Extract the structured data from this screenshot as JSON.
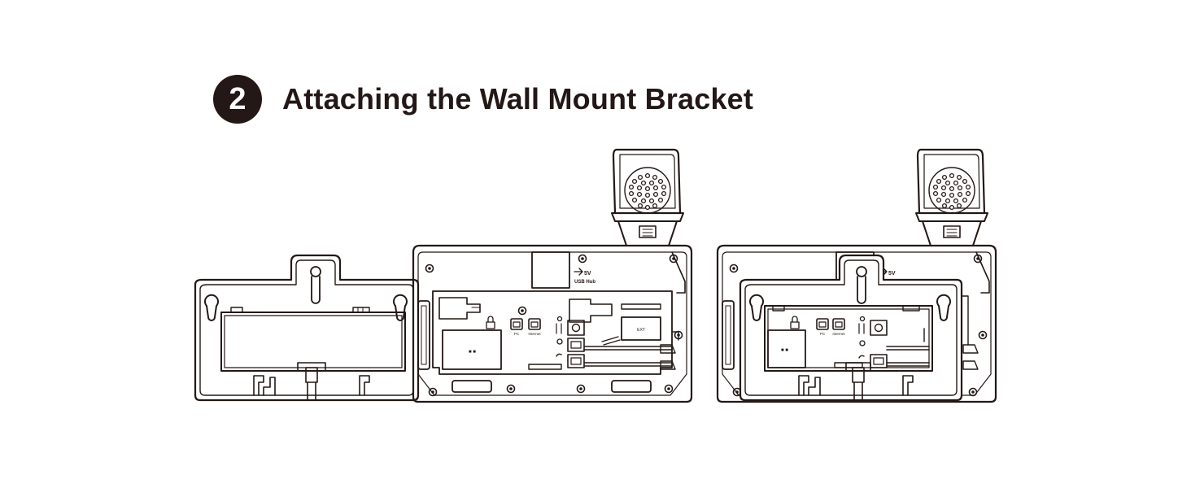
{
  "step": {
    "number": "2",
    "title": "Attaching the Wall Mount Bracket"
  },
  "diagram": {
    "stroke_color": "#231815",
    "background": "#ffffff",
    "port_labels": {
      "pc": "PC",
      "internet": "Internet",
      "usb_hub": "USB Hub",
      "dc_in": "5V",
      "ext": "EXT"
    }
  }
}
